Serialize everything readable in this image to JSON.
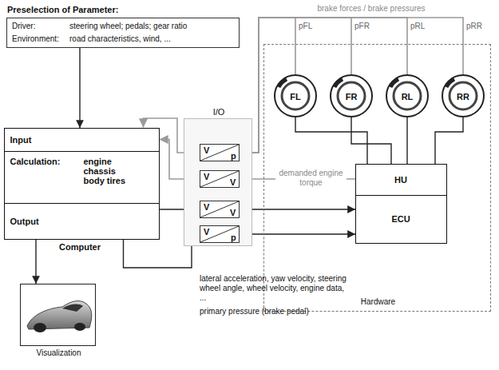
{
  "diagram": {
    "nodes": [
      {
        "text": [
          "Preselection of Parameter:",
          "Driver:",
          "steering wheel; pedals; gear ratio",
          "Environment:",
          "road characteristics, wind, ..."
        ]
      },
      {
        "text": [
          "Computer"
        ]
      },
      {
        "text": [
          "Input"
        ],
        "in": 1
      },
      {
        "text": [
          "Calculation:",
          "engine chassis body tires"
        ],
        "in": 1
      },
      {
        "text": [
          "Output"
        ],
        "in": 1
      },
      {
        "text": [
          "I/O"
        ]
      },
      {
        "text": [
          "V",
          "p"
        ],
        "in": 5
      },
      {
        "text": [
          "V",
          "V"
        ],
        "in": 5
      },
      {
        "text": [
          "V",
          "V"
        ],
        "in": 5
      },
      {
        "text": [
          "V",
          "p"
        ],
        "in": 5
      },
      {
        "text": [
          "Hardware"
        ]
      },
      {
        "text": [
          "FL"
        ],
        "in": 10
      },
      {
        "text": [
          "FR"
        ],
        "in": 10
      },
      {
        "text": [
          "RL"
        ],
        "in": 10
      },
      {
        "text": [
          "RR"
        ],
        "in": 10
      },
      {
        "text": [
          "HU"
        ],
        "in": 10
      },
      {
        "text": [
          "ECU"
        ],
        "in": 10
      },
      {
        "text": [
          "Visualization"
        ]
      }
    ],
    "edges": [
      {
        "from": 0,
        "to": 1,
        "arrow": "to"
      },
      {
        "from": 11,
        "to": 6,
        "arrow": "to"
      },
      {
        "from": 12,
        "to": 6,
        "arrow": "to"
      },
      {
        "from": 13,
        "to": 6,
        "arrow": "to"
      },
      {
        "from": 14,
        "to": 6,
        "arrow": "to"
      },
      {
        "from": 6,
        "to": 2,
        "arrow": "to"
      },
      {
        "from": 15,
        "to": 7,
        "label": "demanded engine torque",
        "arrow": "to"
      },
      {
        "from": 7,
        "to": 2,
        "arrow": "to"
      },
      {
        "from": 4,
        "to": 8,
        "arrow": "to"
      },
      {
        "from": 4,
        "to": 9,
        "arrow": "to"
      },
      {
        "from": 8,
        "to": 16,
        "arrow": "to"
      },
      {
        "from": 9,
        "to": 16,
        "arrow": "to"
      },
      {
        "from": 1,
        "to": 17,
        "arrow": "to"
      },
      {
        "from": 15,
        "to": 11,
        "arrow": "none"
      },
      {
        "from": 15,
        "to": 12,
        "arrow": "none"
      },
      {
        "from": 15,
        "to": 13,
        "arrow": "none"
      },
      {
        "from": 15,
        "to": 14,
        "arrow": "none"
      }
    ],
    "labels": [
      "brake forces / brake pressures",
      "pFL",
      "pFR",
      "pRL",
      "pRR",
      "lateral acceleration, yaw velocity, steering wheel angle, wheel velocity, engine data, ...",
      "primary pressure (brake pedal)"
    ]
  }
}
